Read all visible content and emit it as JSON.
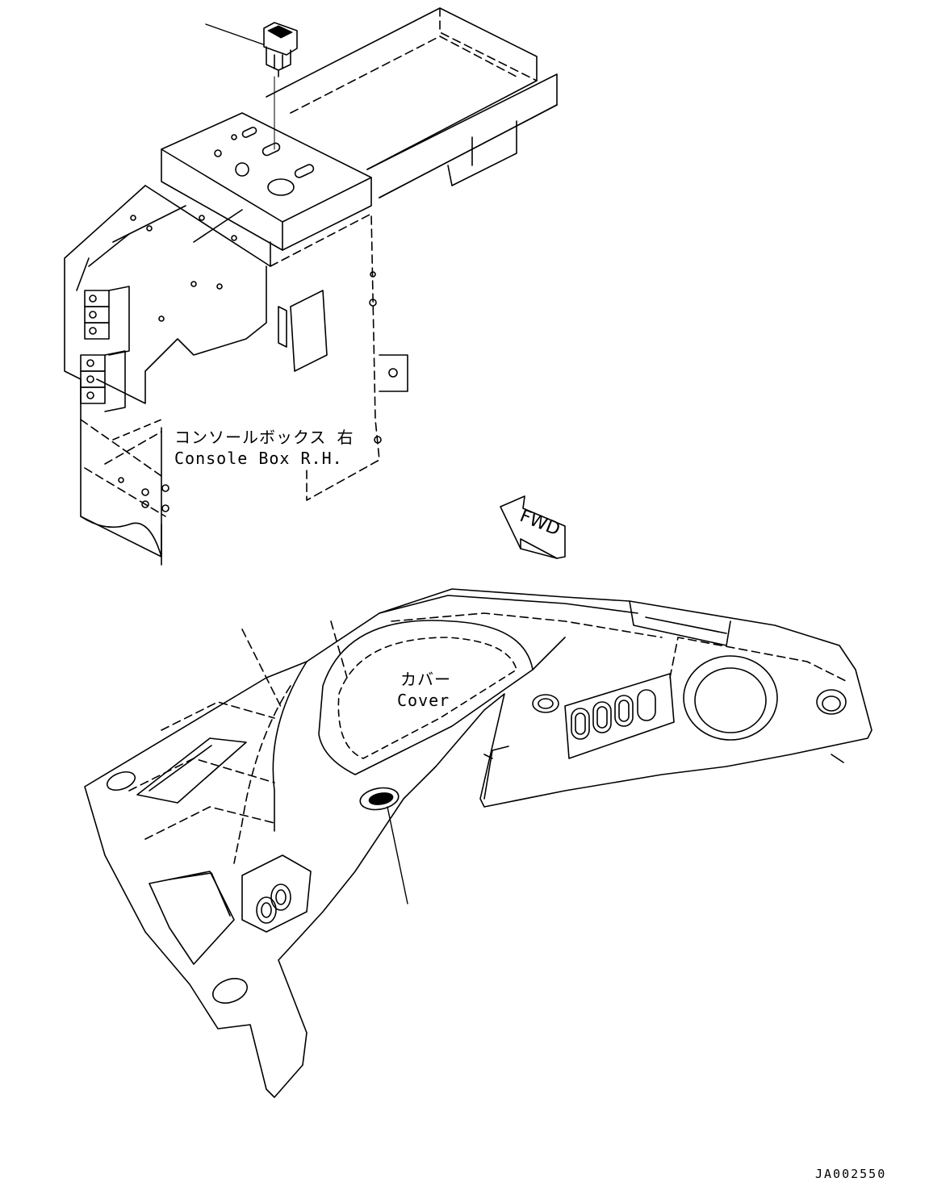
{
  "labels": {
    "console_box_jp": "コンソールボックス 右",
    "console_box_en": "Console Box R.H.",
    "cover_jp": "カバー",
    "cover_en": "Cover",
    "fwd": "FWD",
    "drawing_number": "JA002550"
  },
  "colors": {
    "line": "#000000",
    "background": "#ffffff"
  }
}
